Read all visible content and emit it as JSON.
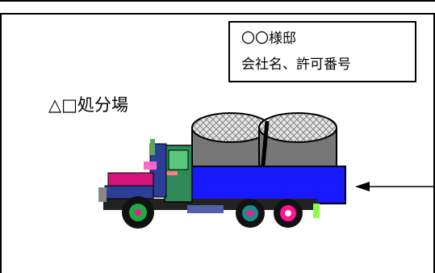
{
  "sign": {
    "line1": "〇〇様邸",
    "line2": "会社名、許可番号"
  },
  "destination_label": "△□処分場",
  "colors": {
    "truck_body": "#1919ff",
    "cargo": "#777777",
    "net": "#c8c8c8",
    "cab_green": "#2e8b57",
    "cab_blue": "#2a3f95",
    "cab_magenta": "#d4147a",
    "wheel_black": "#111111",
    "wheel_pink": "#ff1493",
    "wheel_green": "#22aa44",
    "wheel_teal": "#1f8a8a"
  },
  "icons": [
    "dump-truck-icon",
    "arrow-left-icon"
  ]
}
